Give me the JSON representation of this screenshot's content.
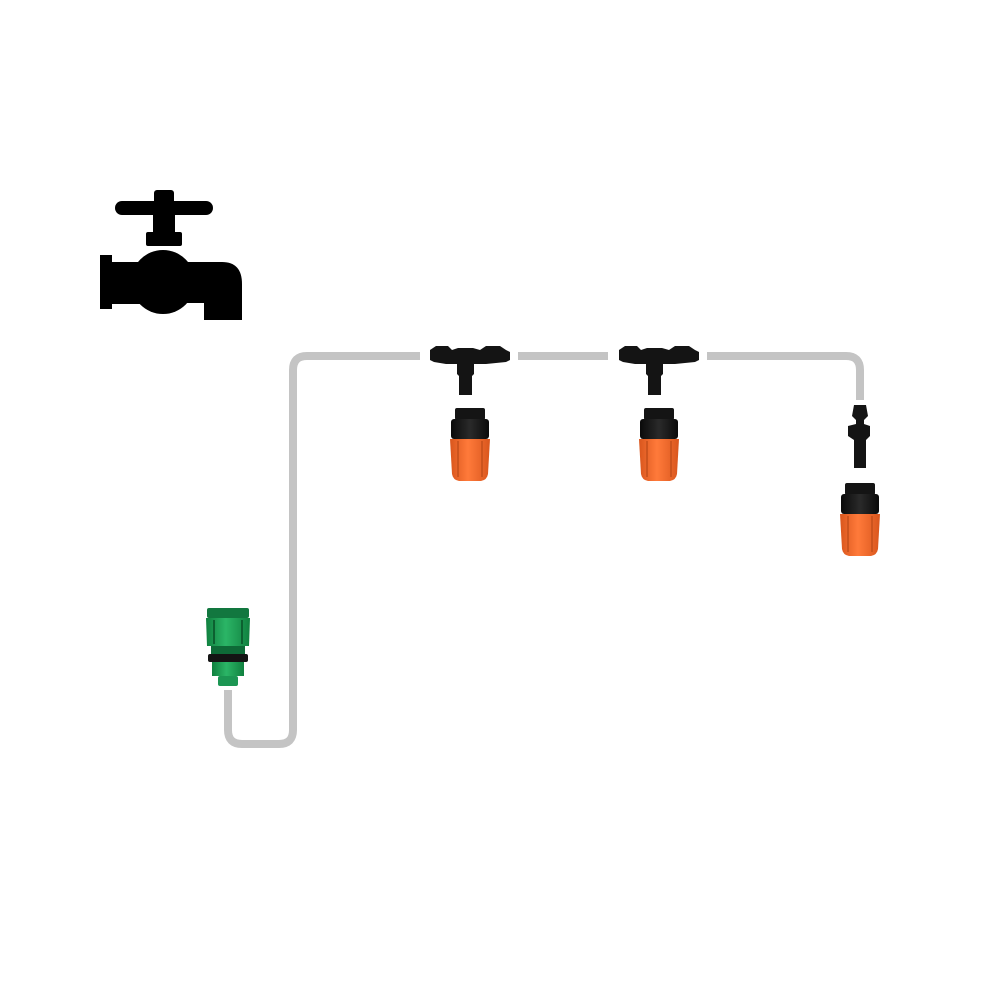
{
  "diagram": {
    "kind": "drip-irrigation-connection-scheme",
    "components": [
      {
        "id": "faucet",
        "icon": "faucet-icon"
      },
      {
        "id": "quick-connector",
        "icon": "hose-quick-connector-icon"
      },
      {
        "id": "tee-1",
        "icon": "tee-connector-icon"
      },
      {
        "id": "nozzle-1",
        "icon": "misting-nozzle-icon"
      },
      {
        "id": "tee-2",
        "icon": "tee-connector-icon"
      },
      {
        "id": "nozzle-2",
        "icon": "misting-nozzle-icon"
      },
      {
        "id": "end-barb",
        "icon": "straight-barb-connector-icon"
      },
      {
        "id": "nozzle-3",
        "icon": "misting-nozzle-icon"
      }
    ],
    "colors": {
      "background": "#ffffff",
      "tubing": "#c4c4c4",
      "faucet": "#000000",
      "fitting_black": "#141414",
      "nozzle_orange": "#f26a2e",
      "nozzle_orange_dark": "#c9521f",
      "connector_green": "#1fa05a",
      "connector_green_dark": "#12773f"
    }
  }
}
